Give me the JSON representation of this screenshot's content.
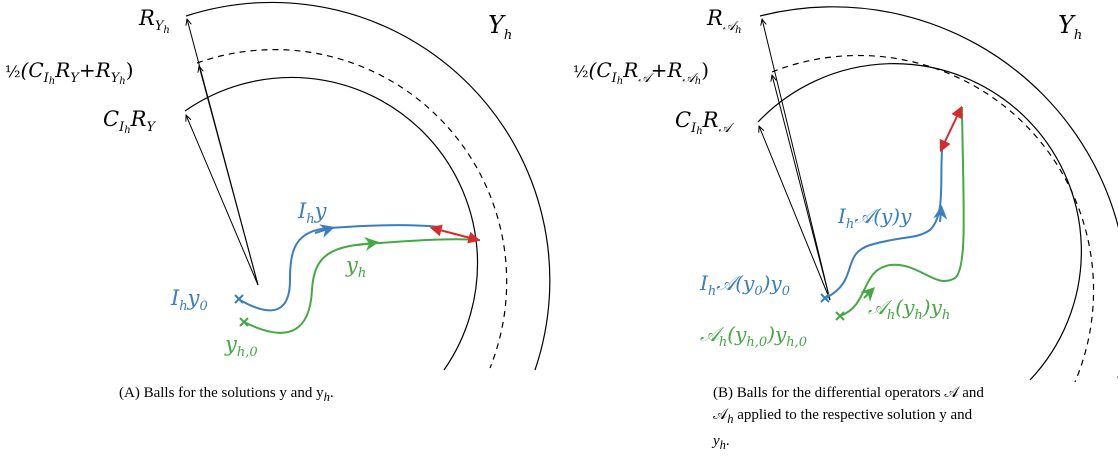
{
  "colors": {
    "blue": "#3a7ebf",
    "green": "#45a845",
    "red": "#d62b2b",
    "black": "#000000"
  },
  "panel_a": {
    "label_Y_main": "Y",
    "label_Y_sub": "h",
    "label_R_main": "R",
    "label_R_sub": "Y",
    "label_R_subsub": "h",
    "label_mid_half": "½",
    "label_mid_open": "(C",
    "label_mid_sub": "I",
    "label_mid_subsub": "h",
    "label_mid_RY": "R",
    "label_mid_RY_sub": "Y",
    "label_mid_plus": "+R",
    "label_mid_plus_sub": "Y",
    "label_mid_plus_subsub": "h",
    "label_mid_close": ")",
    "label_C_main": "C",
    "label_C_sub": "I",
    "label_C_subsub": "h",
    "label_C_R": "R",
    "label_C_R_sub": "Y",
    "label_blue_top": "I",
    "label_blue_top_sub": "h",
    "label_blue_top_y": "y",
    "label_blue_start": "I",
    "label_blue_start_sub": "h",
    "label_blue_start_y": "y",
    "label_blue_start_0": "0",
    "label_green_top": "y",
    "label_green_top_sub": "h",
    "label_green_start": "y",
    "label_green_start_sub": "h,0",
    "caption_tag": "(A)",
    "caption_text": " Balls for the solutions y and y",
    "caption_sub": "h",
    "caption_end": "."
  },
  "panel_b": {
    "label_Y_main": "Y",
    "label_Y_sub": "h",
    "label_R_main": "R",
    "label_R_sub": "𝒜",
    "label_R_subsub": "h",
    "label_mid_half": "½",
    "label_mid_open": "(C",
    "label_mid_sub": "I",
    "label_mid_subsub": "h",
    "label_mid_RA": "R",
    "label_mid_RA_sub": "𝒜",
    "label_mid_plus": "+R",
    "label_mid_plus_sub": "𝒜",
    "label_mid_plus_subsub": "h",
    "label_mid_close": ")",
    "label_C_main": "C",
    "label_C_sub": "I",
    "label_C_subsub": "h",
    "label_C_R": "R",
    "label_C_R_sub": "𝒜",
    "label_blue_top": "I",
    "label_blue_top_sub": "h",
    "label_blue_top_rest": "𝒜(y)y",
    "label_blue_start": "I",
    "label_blue_start_sub": "h",
    "label_blue_start_rest": "𝒜(y",
    "label_blue_start_0": "0",
    "label_blue_start_rest2": ")y",
    "label_blue_start_0b": "0",
    "label_green_mid": "𝒜",
    "label_green_mid_sub": "h",
    "label_green_mid_rest": "(y",
    "label_green_mid_sub2": "h",
    "label_green_mid_rest2": ")y",
    "label_green_mid_sub3": "h",
    "label_green_start": "𝒜",
    "label_green_start_sub": "h",
    "label_green_start_rest": "(y",
    "label_green_start_sub2": "h,0",
    "label_green_start_rest2": ")y",
    "label_green_start_sub3": "h,0",
    "caption_tag": "(B)",
    "caption_line1": " Balls for the differential operators 𝒜 and",
    "caption_line2a": "𝒜",
    "caption_line2_sub": "h",
    "caption_line2b": " applied to the respective solution y and",
    "caption_line3": "y",
    "caption_line3_sub": "h",
    "caption_line3_end": "."
  }
}
